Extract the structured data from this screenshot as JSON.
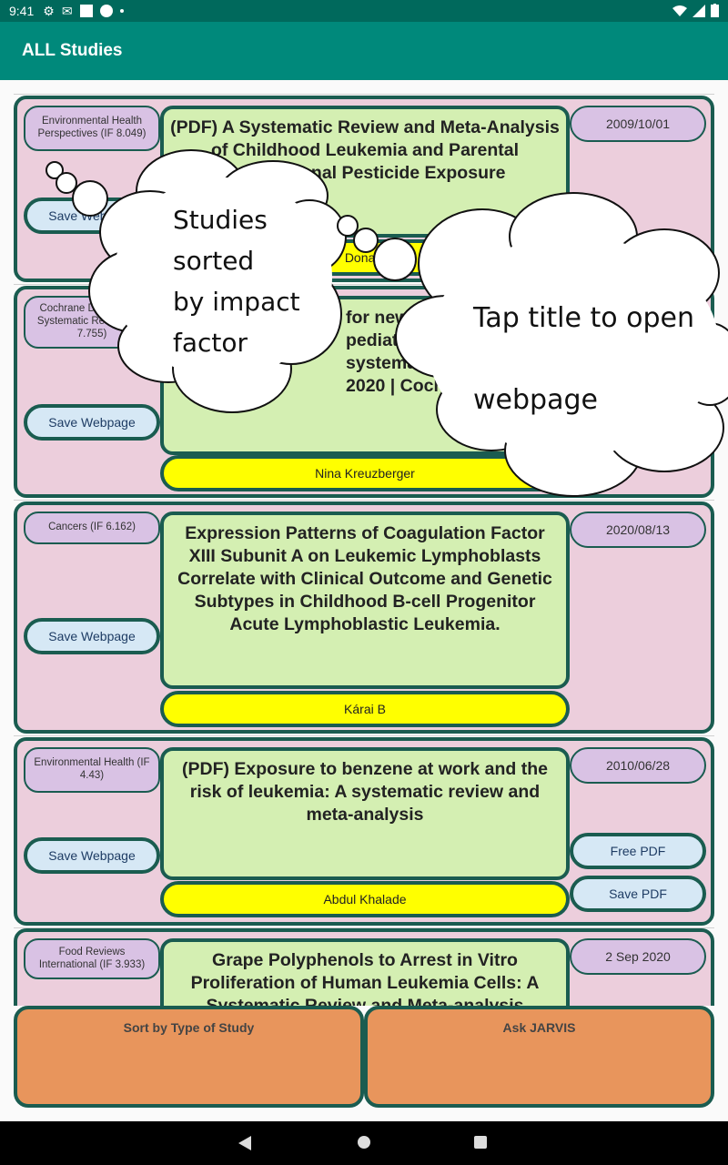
{
  "status_bar": {
    "time": "9:41"
  },
  "app_bar": {
    "title": "ALL Studies"
  },
  "studies": [
    {
      "journal": "Environmental Health Perspectives (IF 8.049)",
      "title": "(PDF) A Systematic Review and Meta-Analysis of Childhood Leukemia and Parental Occupational Pesticide Exposure",
      "date": "2009/10/01",
      "author": "Donald",
      "save_webpage": "Save Webpage"
    },
    {
      "journal": "Cochrane Database of Systematic Reviews (IF 7.755)",
      "title": "for newly diagnosed pediatric leukemia: a systematic review and ... 2020 | Cochrane",
      "author": "Nina Kreuzberger",
      "save_webpage": "Save Webpage"
    },
    {
      "journal": "Cancers (IF 6.162)",
      "title": "Expression Patterns of Coagulation Factor XIII Subunit A on Leukemic Lymphoblasts Correlate with Clinical Outcome and Genetic Subtypes in Childhood B-cell Progenitor Acute Lymphoblastic Leukemia.",
      "date": "2020/08/13",
      "author": "Kárai B",
      "save_webpage": "Save Webpage"
    },
    {
      "journal": "Environmental Health (IF 4.43)",
      "title": "(PDF) Exposure to benzene at work and the risk of leukemia: A systematic review and meta-analysis",
      "date": "2010/06/28",
      "author": "Abdul Khalade",
      "save_webpage": "Save Webpage",
      "free_pdf": "Free PDF",
      "save_pdf": "Save PDF"
    },
    {
      "journal": "Food Reviews International (IF 3.933)",
      "title": "Grape Polyphenols to Arrest in Vitro Proliferation of Human Leukemia Cells: A Systematic Review and Meta-analysis",
      "date": "2 Sep 2020"
    }
  ],
  "bottom": {
    "sort_label": "Sort by Type of Study",
    "ask_label": "Ask JARVIS"
  },
  "tips": {
    "sorted_lines": [
      "Studies",
      "sorted",
      "by impact",
      "factor"
    ],
    "tap_line1": "Tap title to open",
    "tap_line2": "webpage"
  }
}
